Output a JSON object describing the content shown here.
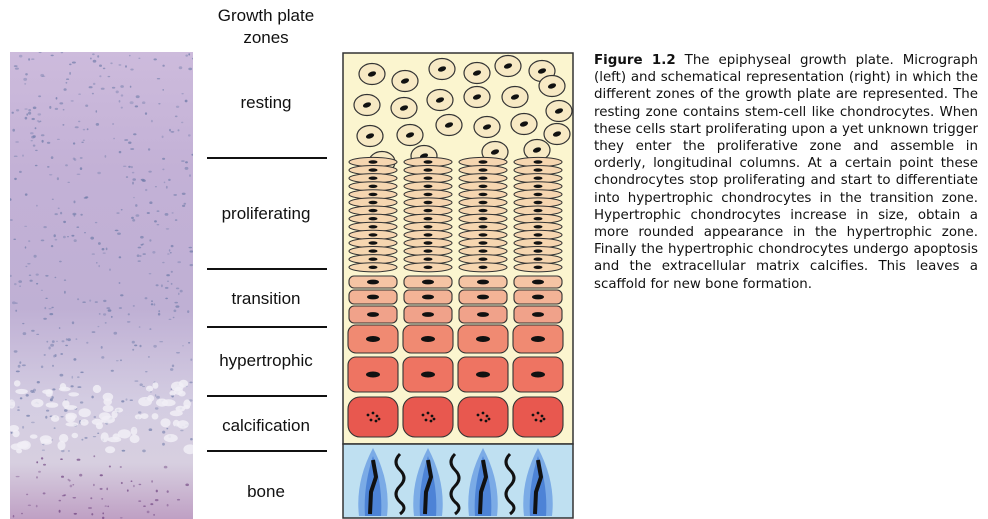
{
  "zones_title": [
    "Growth plate",
    "zones"
  ],
  "zones": [
    {
      "name": "resting"
    },
    {
      "name": "proliferating"
    },
    {
      "name": "transition"
    },
    {
      "name": "hypertrophic"
    },
    {
      "name": "calcification"
    },
    {
      "name": "bone"
    }
  ],
  "caption": {
    "figure_label": "Figure 1.2",
    "text": "The epiphyseal growth plate. Micrograph (left) and schematical representation (right) in which the different zones of the growth plate are represented. The resting zone contains stem-cell like chondrocytes. When these cells start proliferating upon a yet unknown trigger they enter the proliferative zone and assemble in orderly, longitudinal columns. At a certain point these chondrocytes stop proliferating and start to differentiate into hypertrophic chondrocytes in the transition zone. Hypertrophic chondrocytes increase in size, obtain a more rounded appearance in the hypertrophic zone. Finally the hypertrophic chondrocytes undergo apoptosis and the extracellular matrix calcifies. This leaves a scaffold for new bone formation."
  },
  "colors": {
    "matrix": "#fbf5cf",
    "resting_cell": "#f7e9c4",
    "proliferating_cell": "#f6d6b0",
    "transition_cell": "#f3a88e",
    "hypertrophic_cell": "#ee6e5e",
    "bone_area": "#bfe0f1",
    "bone_spicule": "#6fa1e4",
    "micrograph_stain": "#b79ec4"
  }
}
